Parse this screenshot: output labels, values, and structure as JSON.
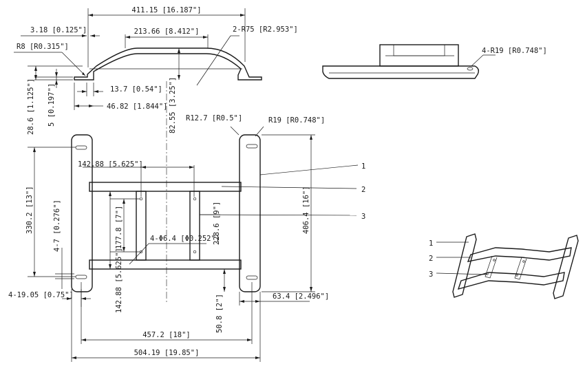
{
  "dims": {
    "overall_top": "411.15 [16.187\"]",
    "inner_top": "213.66 [8.412\"]",
    "thk": "3.18 [0.125\"]",
    "r75": "2-R75 [R2.953\"]",
    "r8": "R8 [R0.315\"]",
    "d13_7": "13.7 [0.54\"]",
    "d46_82": "46.82 [1.844\"]",
    "d5": "5 [0.197\"]",
    "d28_6": "28.6 [1.125\"]",
    "d82_55": "82.55 [3.25\"]",
    "r12_7": "R12.7 [R0.5\"]",
    "r19": "R19 [R0.748\"]",
    "r19x4": "4-R19 [R0.748\"]",
    "d142_88_top": "142.88 [5.625\"]",
    "d330_2": "330.2 [13\"]",
    "slot": "4-7 [0.276\"]",
    "d177_8": "177.8 [7\"]",
    "d228_6": "228.6 [9\"]",
    "d406_4": "406.4 [16\"]",
    "holes": "4-Φ6.4 [Φ0.252\"]",
    "d142_88_side": "142.88 [5.625\"]",
    "d4_19": "4-19.05 [0.75\"]",
    "d63_4": "63.4 [2.496\"]",
    "d50_8": "50.8 [2\"]",
    "d457_2": "457.2 [18\"]",
    "d504_19": "504.19 [19.85\"]"
  },
  "callouts": {
    "one": "1",
    "two": "2",
    "three": "3"
  }
}
